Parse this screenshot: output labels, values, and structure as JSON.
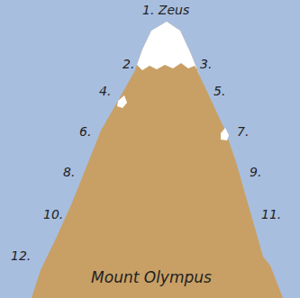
{
  "diagram": {
    "labels": [
      "1. Zeus",
      "2.",
      "3.",
      "4.",
      "5.",
      "6.",
      "7.",
      "8.",
      "9.",
      "10.",
      "11.",
      "12.",
      "Mount Olympus"
    ]
  }
}
